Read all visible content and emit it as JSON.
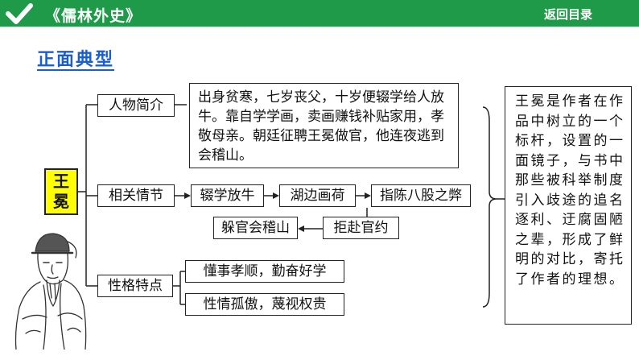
{
  "header": {
    "title": "《儒林外史》",
    "back_label": "返回目录"
  },
  "section_title": "正面典型",
  "root_label": "王冕",
  "branches": {
    "intro": {
      "label": "人物简介",
      "text": "出身贫寒，七岁丧父，十岁便辍学给人放牛。靠自学学画，卖画赚钱补贴家用，孝敬母亲。朝廷征聘王冕做官，他连夜逃到会稽山。"
    },
    "plot": {
      "label": "相关情节",
      "steps": [
        "辍学放牛",
        "湖边画荷",
        "指陈八股之弊",
        "拒赴官约",
        "躲官会稽山"
      ]
    },
    "traits": {
      "label": "性格特点",
      "items": [
        "懂事孝顺，勤奋好学",
        "性情孤傲，蔑视权贵"
      ]
    }
  },
  "summary": "王冕是作者在作品中树立的一个标杆，设置的一面镜子，与书中那些被科举制度引入歧途的追名逐利、迂腐固陋之辈，形成了鲜明的对比，寄托了作者的理想。",
  "colors": {
    "header_bg": "#1f9a48",
    "title_blue": "#1a5fd0",
    "root_bg": "#ffff00"
  }
}
